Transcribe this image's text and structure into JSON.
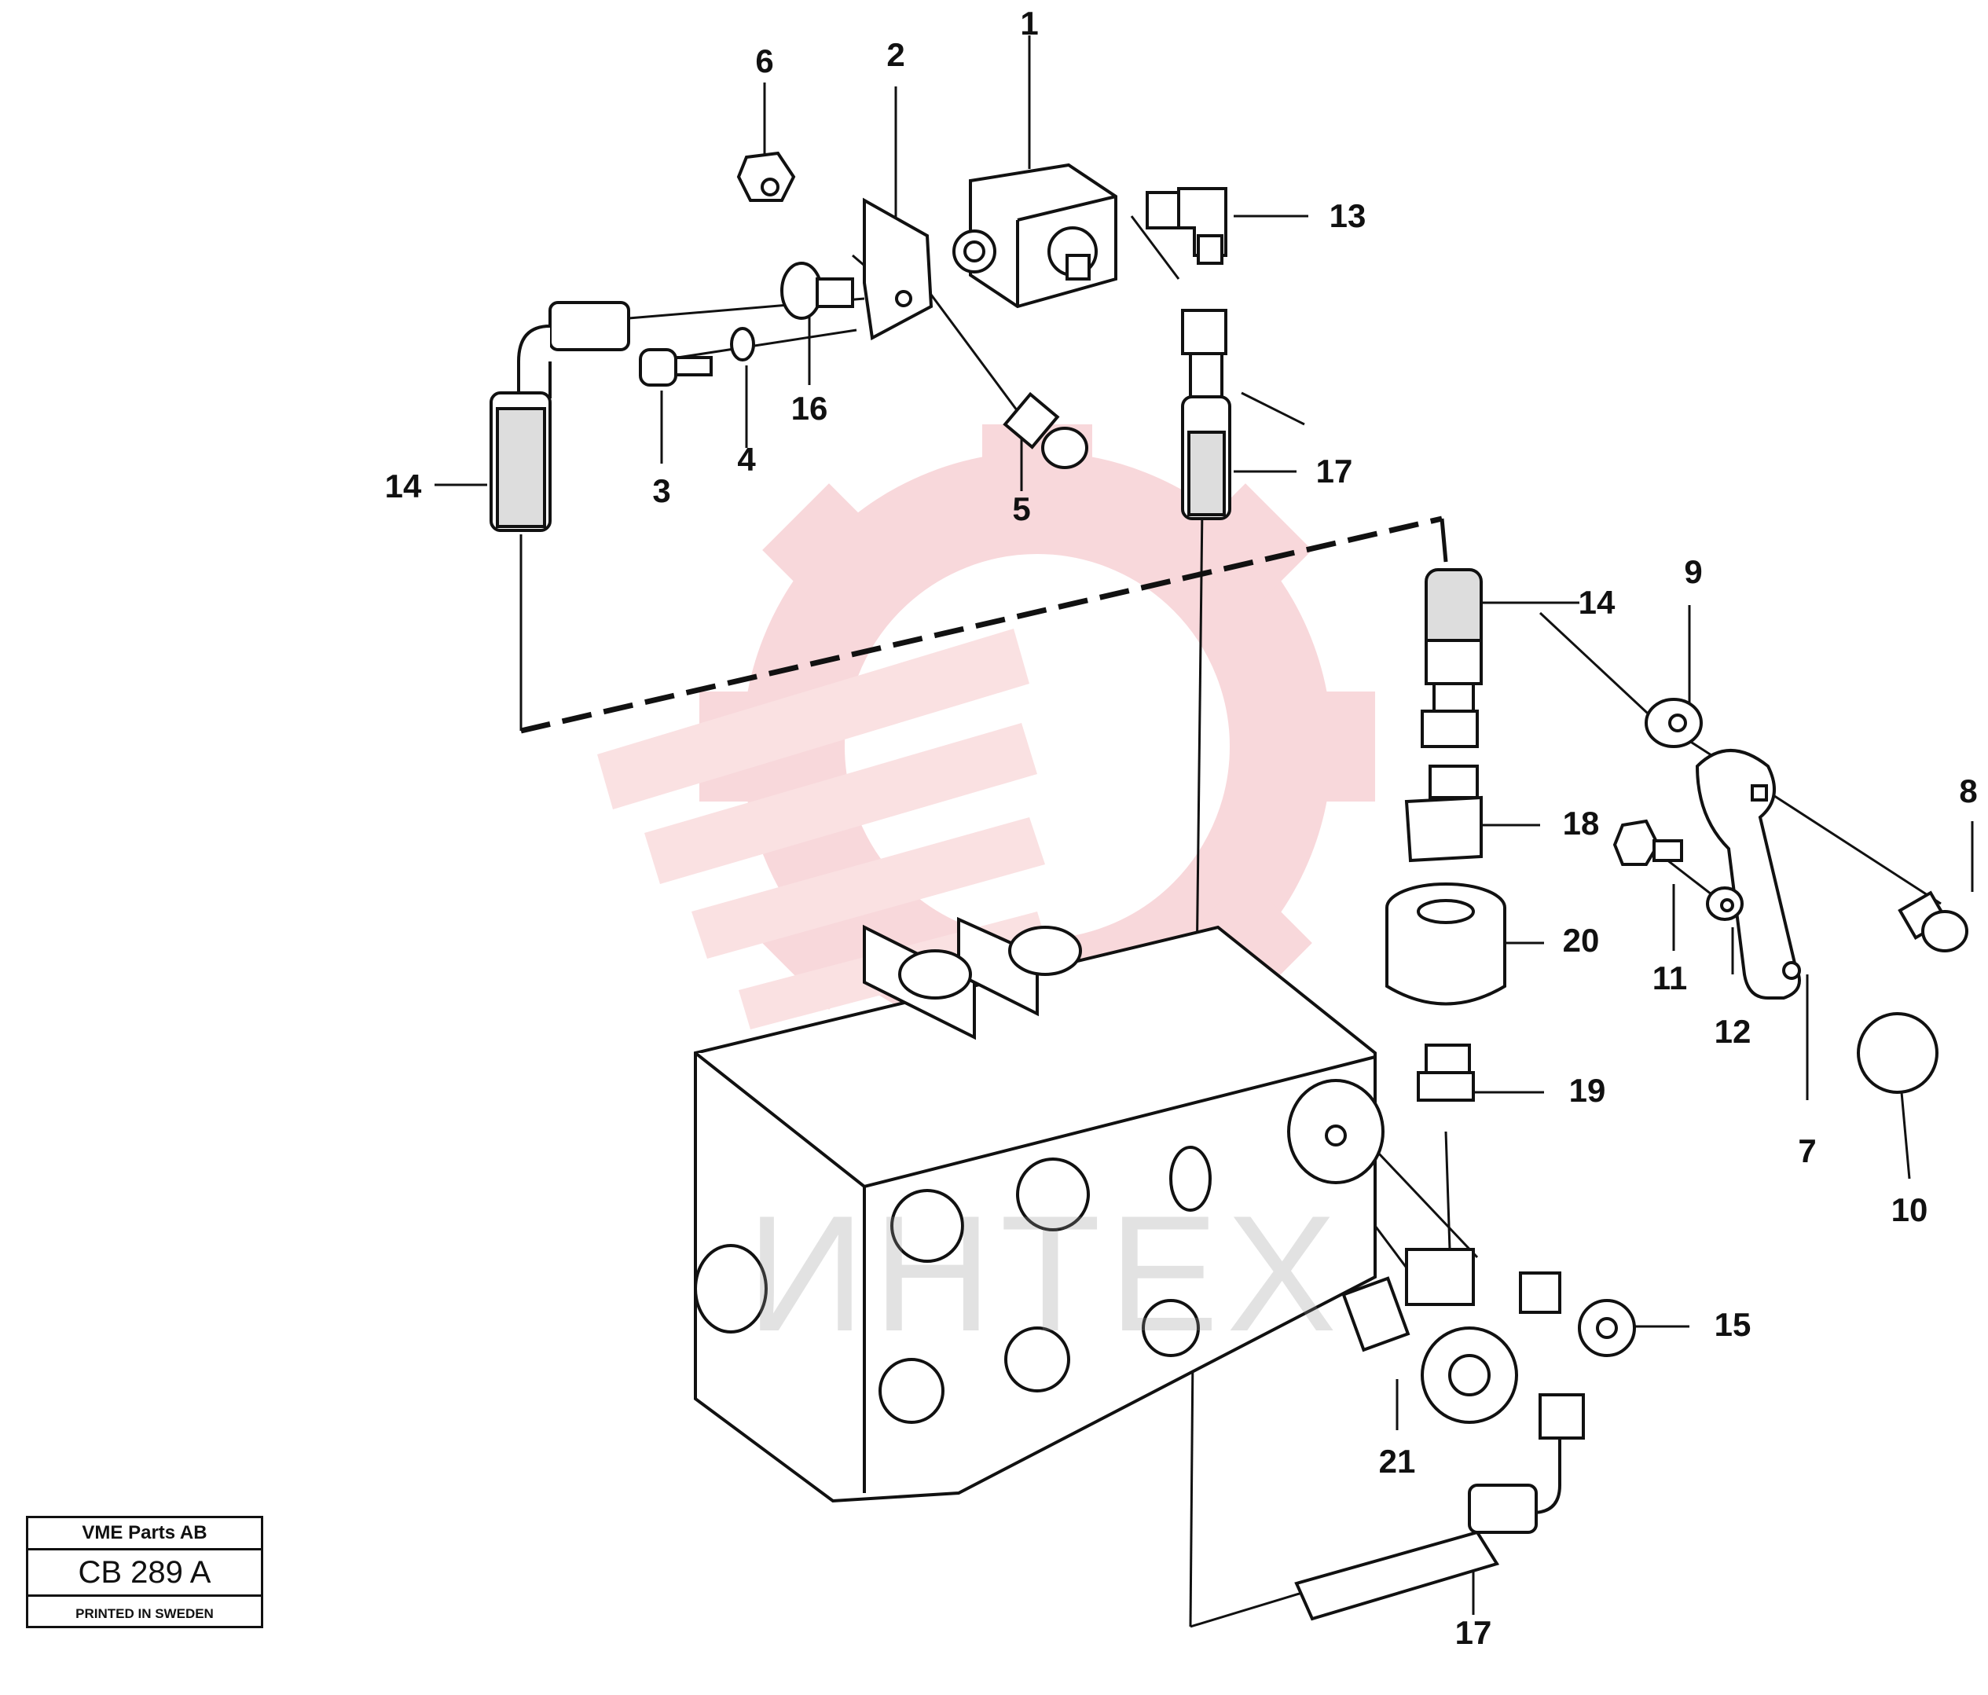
{
  "diagram": {
    "labels": {
      "p1": "1",
      "p2": "2",
      "p3": "3",
      "p4": "4",
      "p5": "5",
      "p6": "6",
      "p7": "7",
      "p8": "8",
      "p9": "9",
      "p10": "10",
      "p11": "11",
      "p12": "12",
      "p13": "13",
      "p14a": "14",
      "p14b": "14",
      "p15": "15",
      "p16": "16",
      "p17a": "17",
      "p17b": "17",
      "p18": "18",
      "p19": "19",
      "p20": "20",
      "p21": "21"
    },
    "watermark_text": "ИНТЕХ",
    "colors": {
      "line": "#111111",
      "watermark_red": "#f6c9cc",
      "watermark_gray": "#c8c8c8"
    }
  },
  "stamp": {
    "company": "VME Parts AB",
    "code": "CB 289 A",
    "printed": "PRINTED IN SWEDEN"
  }
}
